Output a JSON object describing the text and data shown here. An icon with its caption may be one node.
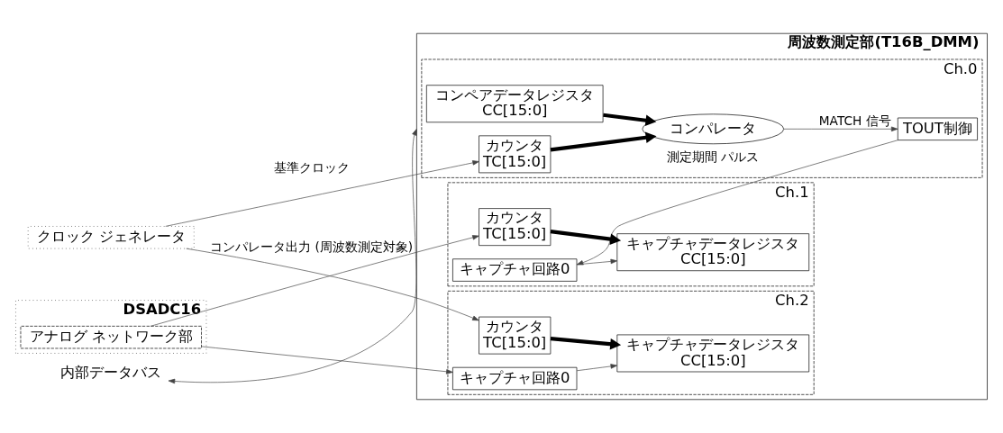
{
  "diagram": {
    "nodes": [
      {
        "text": [
          "周波数測定部(T16B_DMM)"
        ]
      },
      {
        "text": [
          "Ch.0"
        ],
        "in": 0
      },
      {
        "text": [
          "コンペアデータレジスタ",
          "CC[15:0]"
        ],
        "in": 1
      },
      {
        "text": [
          "カウンタ",
          "TC[15:0]"
        ],
        "in": 1
      },
      {
        "text": [
          "コンパレータ"
        ],
        "in": 1
      },
      {
        "text": [
          "TOUT制御"
        ],
        "in": 1
      },
      {
        "text": [
          "Ch.1"
        ],
        "in": 0
      },
      {
        "text": [
          "キャプチャデータレジスタ",
          "CC[15:0]"
        ],
        "in": 6
      },
      {
        "text": [
          "カウンタ",
          "TC[15:0]"
        ],
        "in": 6
      },
      {
        "text": [
          "キャプチャ回路0"
        ],
        "in": 6
      },
      {
        "text": [
          "Ch.2"
        ],
        "in": 0
      },
      {
        "text": [
          "キャプチャデータレジスタ",
          "CC[15:0]"
        ],
        "in": 10
      },
      {
        "text": [
          "カウンタ",
          "TC[15:0]"
        ],
        "in": 10
      },
      {
        "text": [
          "キャプチャ回路0"
        ],
        "in": 10
      },
      {
        "text": [
          "クロック ジェネレータ"
        ]
      },
      {
        "text": [
          "DSADC16"
        ]
      },
      {
        "text": [
          "アナログ ネットワーク部"
        ],
        "in": 15
      },
      {
        "text": [
          "内部データバス"
        ]
      }
    ],
    "edges": [
      {
        "from": 14,
        "to": 3,
        "arrow": "to",
        "label": "基準クロック"
      },
      {
        "from": 14,
        "to": 12,
        "arrow": "to"
      },
      {
        "from": 2,
        "to": 4,
        "arrow": "to",
        "style": "thick"
      },
      {
        "from": 3,
        "to": 4,
        "arrow": "to",
        "style": "thick"
      },
      {
        "from": 4,
        "to": 5,
        "arrow": "to",
        "label": "MATCH 信号"
      },
      {
        "from": 5,
        "to": 9,
        "arrow": "to",
        "label": "測定期間 パルス"
      },
      {
        "from": 16,
        "to": 8,
        "arrow": "to",
        "label": "コンパレータ出力 (周波数測定対象)"
      },
      {
        "from": 16,
        "to": 13,
        "arrow": "to"
      },
      {
        "from": 8,
        "to": 7,
        "arrow": "to",
        "style": "thick"
      },
      {
        "from": 9,
        "to": 7,
        "arrow": "to"
      },
      {
        "from": 12,
        "to": 11,
        "arrow": "to",
        "style": "thick"
      },
      {
        "from": 13,
        "to": 11,
        "arrow": "to"
      },
      {
        "from": 17,
        "to": 0,
        "arrow": "both"
      }
    ]
  }
}
